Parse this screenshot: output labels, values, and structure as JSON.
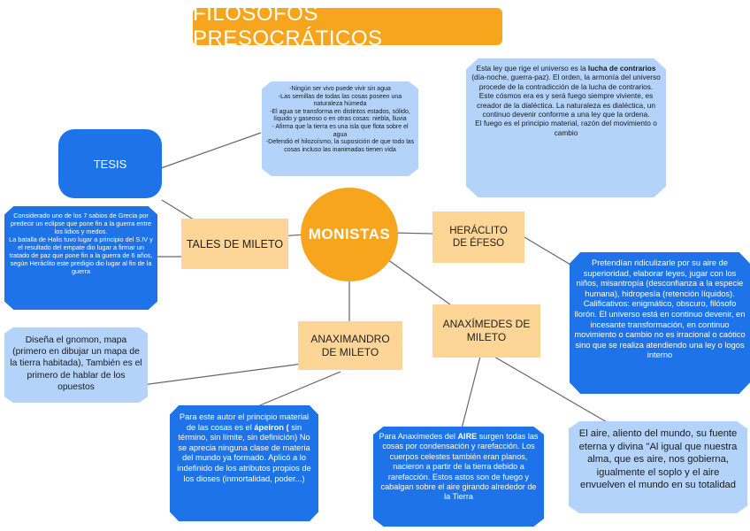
{
  "title": "FILÓSOFOS PRESOCRÁTICOS",
  "center": "MONISTAS",
  "nodes": {
    "tesis": "TESIS",
    "tales": "TALES DE MILETO",
    "heraclito": "HERÁCLITO DE ÉFESO",
    "anaximandro": "ANAXIMANDRO DE MILETO",
    "anaximenes": "ANAXÍMEDES DE MILETO"
  },
  "texts": {
    "tales_agua": [
      "-Ningún ser vivo puede vivir sin agua",
      "-Las semillas de todas las cosas poseen una naturaleza húmeda",
      "-El agua se transforma en distintos estados, sólido, líquido y gaseoso o en otras cosas: niebla, lluvia",
      "- Afirma que la tierra es una isla que flota sobre el agua",
      "-Defendió el hilozoísmo, la suposición de que todo las cosas incluso las inanimadas tienen vida"
    ],
    "tales_bio": [
      "Considerado uno de los 7 sabios de Grecia por predecir un eclipse que pone fin a la guerra entre los lidios y medos.",
      "La batalla de Halis tuvo lugar a principio del S.IV y el resultado del empate dio lugar a firmar un tratado de paz que pone fin a la guerra de 6 años, según Heráclito este predigio dio lugar al fin de la guerra"
    ],
    "heraclito_ley_pre": "Esta ley que rige el universo es la ",
    "heraclito_ley_bold": "lucha de contrarios",
    "heraclito_ley_post": " (día-noche, guerra-paz). El orden, la armonía del universo procede de la contradicción de la lucha de contrarios. Este cósmos era es y será fuego siempre viviente, es creador de la dialéctica. La naturaleza es dialéctica, un continuo devenir conforme a una ley que la ordena.",
    "heraclito_fuego": "El fuego es el principio material, razón del movimiento o cambio",
    "heraclito_bio": "Pretendían ridiculizarle por su aire de superioridad, elaborar leyes, jugar con los niños, misantropía (desconfianza a la especie humana), hidropesía (retención líquidos). Calificativos: enigmático, obscuro, filósofo llorón. El universo está en continuo devenir, en incesante transformación, en continuo movimiento o cambio no es irracional o caótico sino que se realiza atendiendo una ley o logos interno",
    "anaximandro_gnomon": "Diseña el gnomon, mapa (primero en dibujar un mapa de la tierra habitada), También es el primero de hablar de los opuestos",
    "anaximandro_apeiron_pre": "Para este autor el principio material de las cosas es el ",
    "anaximandro_apeiron_bold": "ápeiron (",
    "anaximandro_apeiron_post": " sin término, sin límite, sin definición) No se aprecia ninguna clase de materia del mundo ya formado. Aplicó a lo indefinido de los atributos propios de los dioses (inmortalidad, poder...)",
    "anaximenes_aire_pre": "Para Anaxímedes del ",
    "anaximenes_aire_bold": "AIRE",
    "anaximenes_aire_post": " surgen todas las cosas por condensación y rarefacción. Los cuerpos celestes también eran planos, nacieron a partir de la tierra debido a rarefacción. Estos astos son de fuego y cabalgan sobre el aire girando alrededor de la Tierra",
    "anaximenes_cita": "El aire, aliento del mundo, su fuente eterna y divina \"Al igual que nuestra alma, que es aire, nos gobierna, igualmente el soplo y el aire envuelven el mundo en su totalidad"
  },
  "colors": {
    "orange": "#f7a51c",
    "peach": "#fdd596",
    "blue": "#1e73e8",
    "light_blue": "#b3d3fb",
    "line": "#666666"
  }
}
